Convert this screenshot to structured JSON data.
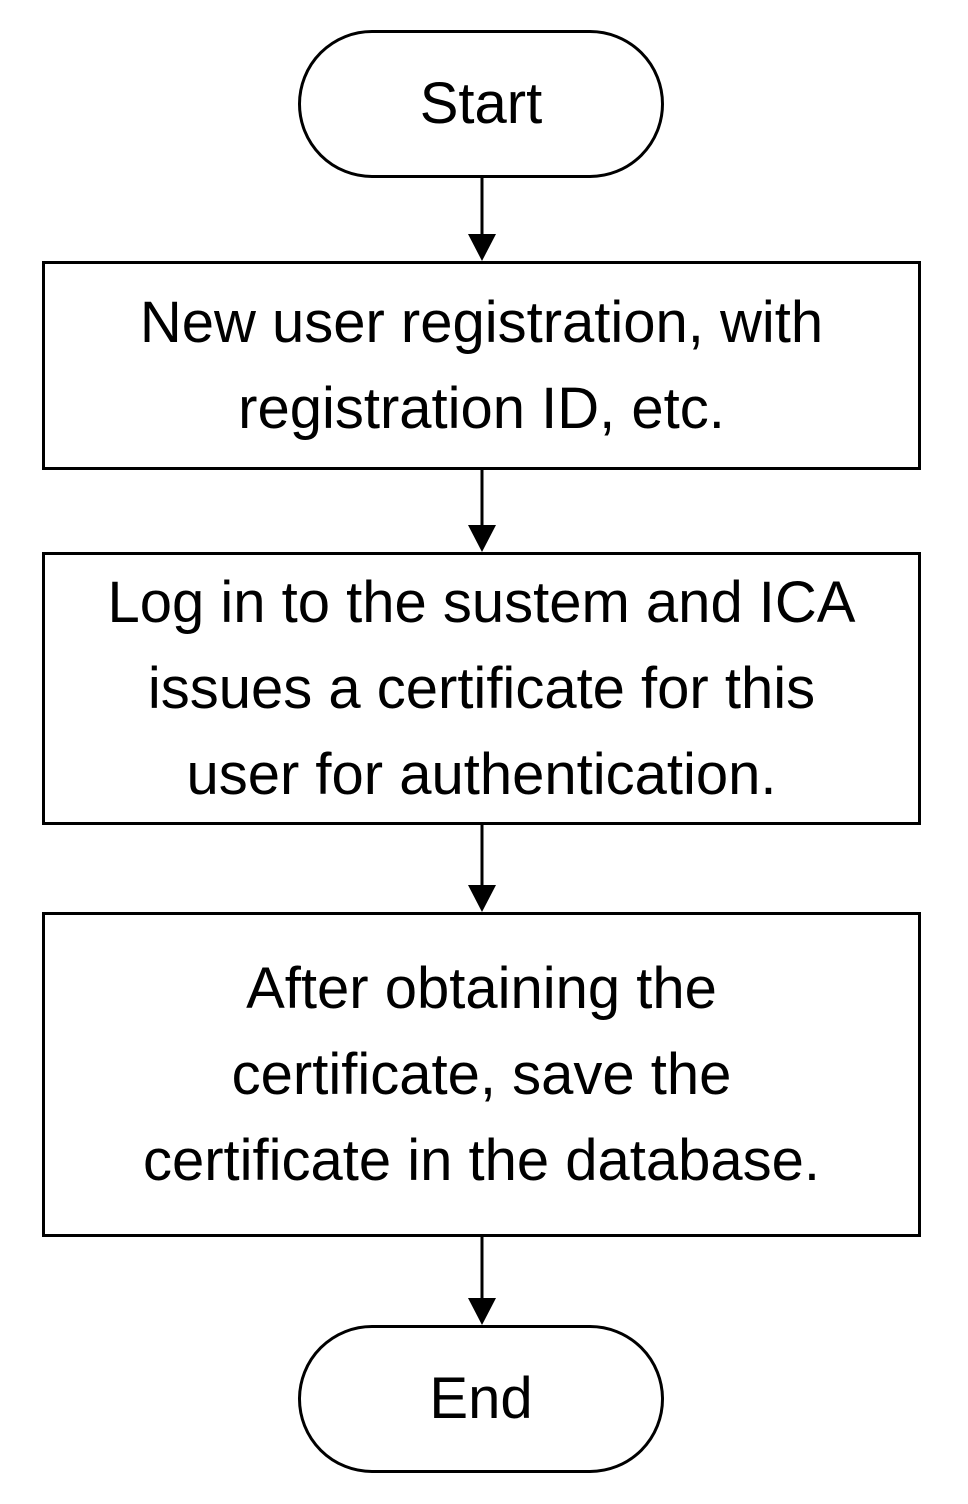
{
  "flowchart": {
    "start": {
      "label": "Start"
    },
    "steps": [
      {
        "lines": [
          "New user registration, with",
          "registration ID, etc."
        ]
      },
      {
        "lines": [
          "Log in to the sustem and ICA",
          "issues a certificate for this",
          "user for authentication."
        ]
      },
      {
        "lines": [
          "After obtaining the",
          "certificate, save the",
          "certificate in the database."
        ]
      }
    ],
    "end": {
      "label": "End"
    }
  }
}
